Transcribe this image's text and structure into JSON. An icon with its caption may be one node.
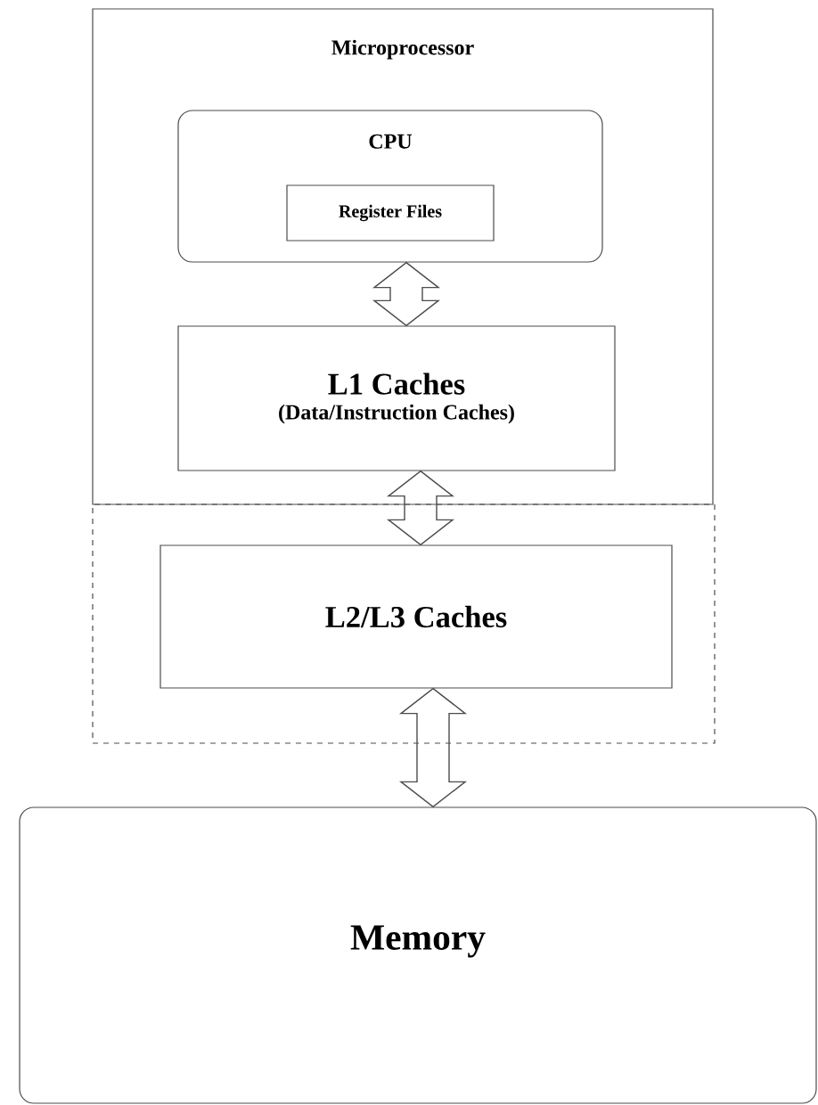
{
  "diagram": {
    "nodes": [
      {
        "text": [
          "Microprocessor"
        ]
      },
      {
        "text": [
          "CPU"
        ],
        "in": 0
      },
      {
        "text": [
          "Register Files"
        ],
        "in": 1
      },
      {
        "text": [
          "L1 Caches",
          "(Data/Instruction Caches)"
        ],
        "in": 0
      },
      {
        "text": [],
        "shape": "box"
      },
      {
        "text": [
          "L2/L3 Caches"
        ],
        "in": 4
      },
      {
        "text": [
          "Memory"
        ]
      }
    ],
    "edges": [
      {
        "from": 1,
        "to": 3,
        "arrow": "both"
      },
      {
        "from": 3,
        "to": 5,
        "arrow": "both"
      },
      {
        "from": 5,
        "to": 6,
        "arrow": "both"
      }
    ]
  }
}
